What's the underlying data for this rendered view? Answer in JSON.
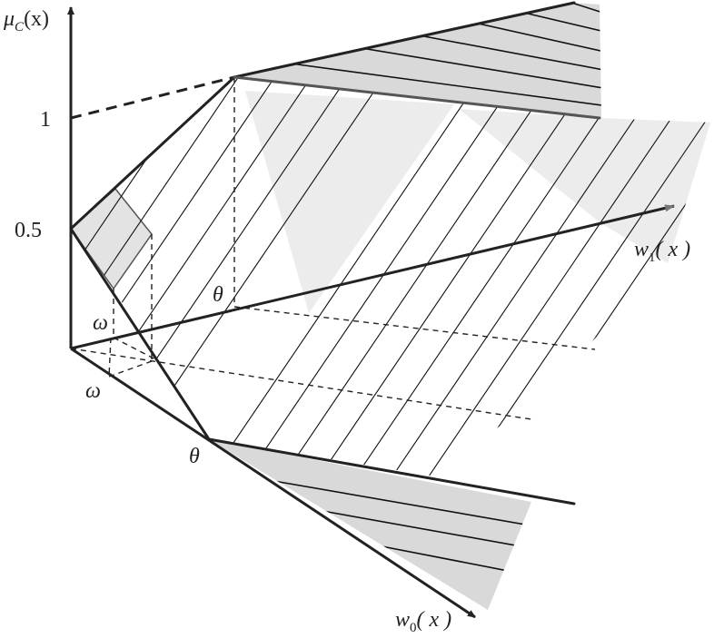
{
  "diagram": {
    "type": "3d-membership-surface",
    "axes": {
      "vertical": {
        "label_main": "μ",
        "label_sub": "C",
        "label_arg": "(x)"
      },
      "w1": {
        "label_main": "w",
        "label_sub": "1",
        "label_arg": "( x )"
      },
      "w0": {
        "label_main": "w",
        "label_sub": "0",
        "label_arg": "( x )"
      }
    },
    "ticks": {
      "one": "1",
      "half": "0.5"
    },
    "markers": {
      "theta_w1": "θ",
      "theta_w0": "θ",
      "omega_w1": "ω",
      "omega_w0": "ω"
    },
    "colors": {
      "line": "#222222",
      "dark_fill": "#d9d9d9",
      "light_fill": "#ececec",
      "arrow_gray": "#777777",
      "background": "#ffffff"
    }
  }
}
